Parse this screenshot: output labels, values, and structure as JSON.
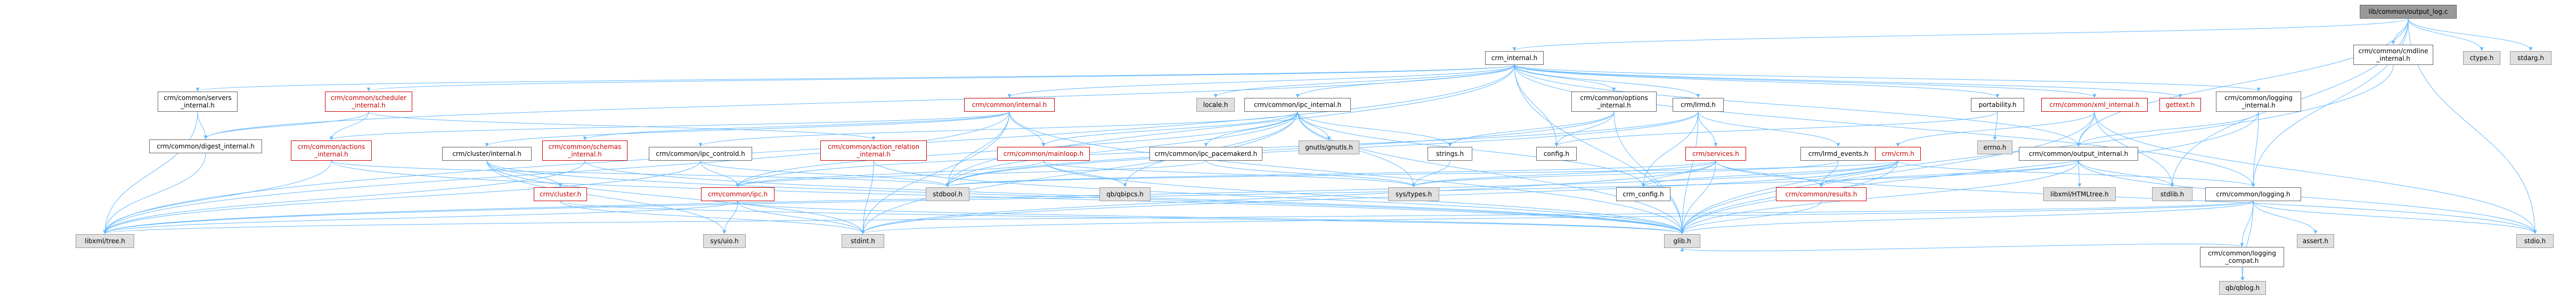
{
  "nodes": [
    {
      "id": "output_log_c",
      "label": "lib/common/output_log.c",
      "kind": "root"
    },
    {
      "id": "crm_internal",
      "label": "crm_internal.h",
      "kind": "doc"
    },
    {
      "id": "cmdline_internal",
      "label": "crm/common/cmdline\n_internal.h",
      "kind": "doc"
    },
    {
      "id": "ctype",
      "label": "ctype.h",
      "kind": "ext"
    },
    {
      "id": "stdarg",
      "label": "stdarg.h",
      "kind": "ext"
    },
    {
      "id": "servers_internal",
      "label": "crm/common/servers\n_internal.h",
      "kind": "doc"
    },
    {
      "id": "scheduler_internal",
      "label": "crm/common/scheduler\n_internal.h",
      "kind": "red"
    },
    {
      "id": "common_internal",
      "label": "crm/common/internal.h",
      "kind": "red"
    },
    {
      "id": "locale",
      "label": "locale.h",
      "kind": "ext"
    },
    {
      "id": "ipc_internal",
      "label": "crm/common/ipc_internal.h",
      "kind": "doc"
    },
    {
      "id": "options_internal",
      "label": "crm/common/options\n_internal.h",
      "kind": "doc"
    },
    {
      "id": "crm_lrmd",
      "label": "crm/lrmd.h",
      "kind": "doc"
    },
    {
      "id": "portability",
      "label": "portability.h",
      "kind": "doc"
    },
    {
      "id": "xml_internal",
      "label": "crm/common/xml_internal.h",
      "kind": "red"
    },
    {
      "id": "gettext",
      "label": "gettext.h",
      "kind": "red"
    },
    {
      "id": "logging_internal",
      "label": "crm/common/logging\n_internal.h",
      "kind": "doc"
    },
    {
      "id": "digest_internal",
      "label": "crm/common/digest_internal.h",
      "kind": "doc"
    },
    {
      "id": "actions_internal",
      "label": "crm/common/actions\n_internal.h",
      "kind": "red"
    },
    {
      "id": "cluster_internal",
      "label": "crm/cluster/internal.h",
      "kind": "doc"
    },
    {
      "id": "schemas_internal",
      "label": "crm/common/schemas\n_internal.h",
      "kind": "red"
    },
    {
      "id": "ipc_controld",
      "label": "crm/common/ipc_controld.h",
      "kind": "doc"
    },
    {
      "id": "action_relation_internal",
      "label": "crm/common/action_relation\n_internal.h",
      "kind": "red"
    },
    {
      "id": "mainloop",
      "label": "crm/common/mainloop.h",
      "kind": "red"
    },
    {
      "id": "ipc_pacemakerd",
      "label": "crm/common/ipc_pacemakerd.h",
      "kind": "doc"
    },
    {
      "id": "gnutls",
      "label": "gnutls/gnutls.h",
      "kind": "ext"
    },
    {
      "id": "strings",
      "label": "strings.h",
      "kind": "doc"
    },
    {
      "id": "config",
      "label": "config.h",
      "kind": "doc"
    },
    {
      "id": "services",
      "label": "crm/services.h",
      "kind": "red"
    },
    {
      "id": "lrmd_events",
      "label": "crm/lrmd_events.h",
      "kind": "doc"
    },
    {
      "id": "errno",
      "label": "errno.h",
      "kind": "ext"
    },
    {
      "id": "crm_crm",
      "label": "crm/crm.h",
      "kind": "red"
    },
    {
      "id": "output_internal",
      "label": "crm/common/output_internal.h",
      "kind": "doc"
    },
    {
      "id": "crm_cluster",
      "label": "crm/cluster.h",
      "kind": "red"
    },
    {
      "id": "ipc",
      "label": "crm/common/ipc.h",
      "kind": "red"
    },
    {
      "id": "stdbool",
      "label": "stdbool.h",
      "kind": "ext"
    },
    {
      "id": "qbipcs",
      "label": "qb/qbipcs.h",
      "kind": "ext"
    },
    {
      "id": "sys_types",
      "label": "sys/types.h",
      "kind": "ext"
    },
    {
      "id": "crm_config",
      "label": "crm_config.h",
      "kind": "doc"
    },
    {
      "id": "results",
      "label": "crm/common/results.h",
      "kind": "red"
    },
    {
      "id": "libxml_tree_a",
      "label": "libxml/HTMLtree.h",
      "kind": "ext"
    },
    {
      "id": "stdlib",
      "label": "stdlib.h",
      "kind": "ext"
    },
    {
      "id": "logging",
      "label": "crm/common/logging.h",
      "kind": "doc"
    },
    {
      "id": "libxml_tree",
      "label": "libxml/tree.h",
      "kind": "ext"
    },
    {
      "id": "sys_uio",
      "label": "sys/uio.h",
      "kind": "ext"
    },
    {
      "id": "stdint",
      "label": "stdint.h",
      "kind": "ext"
    },
    {
      "id": "glib",
      "label": "glib.h",
      "kind": "ext"
    },
    {
      "id": "stdio",
      "label": "stdio.h",
      "kind": "ext"
    },
    {
      "id": "assert",
      "label": "assert.h",
      "kind": "ext"
    },
    {
      "id": "logging_compat",
      "label": "crm/common/logging\n_compat.h",
      "kind": "doc"
    },
    {
      "id": "qblog",
      "label": "qb/qblog.h",
      "kind": "ext"
    }
  ],
  "edges": [
    [
      "output_log_c",
      "crm_internal"
    ],
    [
      "output_log_c",
      "cmdline_internal"
    ],
    [
      "output_log_c",
      "ctype"
    ],
    [
      "output_log_c",
      "stdarg"
    ],
    [
      "output_log_c",
      "stdio"
    ],
    [
      "output_log_c",
      "stdlib"
    ],
    [
      "output_log_c",
      "logging"
    ],
    [
      "output_log_c",
      "output_internal"
    ],
    [
      "cmdline_internal",
      "glib"
    ],
    [
      "crm_internal",
      "servers_internal"
    ],
    [
      "crm_internal",
      "scheduler_internal"
    ],
    [
      "crm_internal",
      "common_internal"
    ],
    [
      "crm_internal",
      "locale"
    ],
    [
      "crm_internal",
      "ipc_internal"
    ],
    [
      "crm_internal",
      "options_internal"
    ],
    [
      "crm_internal",
      "crm_lrmd"
    ],
    [
      "crm_internal",
      "portability"
    ],
    [
      "crm_internal",
      "xml_internal"
    ],
    [
      "crm_internal",
      "gettext"
    ],
    [
      "crm_internal",
      "logging_internal"
    ],
    [
      "crm_internal",
      "config"
    ],
    [
      "crm_internal",
      "glib"
    ],
    [
      "crm_internal",
      "stdbool"
    ],
    [
      "crm_internal",
      "libxml_tree"
    ],
    [
      "crm_internal",
      "digest_internal"
    ],
    [
      "crm_internal",
      "output_internal"
    ],
    [
      "crm_internal",
      "logging"
    ],
    [
      "servers_internal",
      "libxml_tree"
    ],
    [
      "servers_internal",
      "digest_internal"
    ],
    [
      "scheduler_internal",
      "actions_internal"
    ],
    [
      "scheduler_internal",
      "digest_internal"
    ],
    [
      "scheduler_internal",
      "action_relation_internal"
    ],
    [
      "common_internal",
      "actions_internal"
    ],
    [
      "common_internal",
      "schemas_internal"
    ],
    [
      "common_internal",
      "mainloop"
    ],
    [
      "common_internal",
      "stdbool"
    ],
    [
      "common_internal",
      "glib"
    ],
    [
      "common_internal",
      "stdint"
    ],
    [
      "common_internal",
      "libxml_tree"
    ],
    [
      "common_internal",
      "cluster_internal"
    ],
    [
      "ipc_internal",
      "ipc_controld"
    ],
    [
      "ipc_internal",
      "ipc_pacemakerd"
    ],
    [
      "ipc_internal",
      "gnutls"
    ],
    [
      "ipc_internal",
      "qbipcs"
    ],
    [
      "ipc_internal",
      "sys_types"
    ],
    [
      "ipc_internal",
      "strings"
    ],
    [
      "ipc_internal",
      "mainloop"
    ],
    [
      "ipc_internal",
      "ipc"
    ],
    [
      "ipc_internal",
      "stdbool"
    ],
    [
      "ipc_internal",
      "stdint"
    ],
    [
      "ipc_internal",
      "glib"
    ],
    [
      "ipc_internal",
      "crm_config"
    ],
    [
      "options_internal",
      "strings"
    ],
    [
      "options_internal",
      "config"
    ],
    [
      "options_internal",
      "glib"
    ],
    [
      "options_internal",
      "stdbool"
    ],
    [
      "crm_lrmd",
      "services"
    ],
    [
      "crm_lrmd",
      "lrmd_events"
    ],
    [
      "crm_lrmd",
      "stdbool"
    ],
    [
      "crm_lrmd",
      "glib"
    ],
    [
      "crm_lrmd",
      "crm_config"
    ],
    [
      "crm_lrmd",
      "ipc"
    ],
    [
      "portability",
      "errno"
    ],
    [
      "portability",
      "config"
    ],
    [
      "xml_internal",
      "crm_crm"
    ],
    [
      "xml_internal",
      "output_internal"
    ],
    [
      "xml_internal",
      "stdlib"
    ],
    [
      "xml_internal",
      "stdio"
    ],
    [
      "xml_internal",
      "glib"
    ],
    [
      "logging_internal",
      "logging"
    ],
    [
      "logging_internal",
      "glib"
    ],
    [
      "logging_internal",
      "output_internal"
    ],
    [
      "digest_internal",
      "libxml_tree"
    ],
    [
      "actions_internal",
      "stdbool"
    ],
    [
      "actions_internal",
      "glib"
    ],
    [
      "actions_internal",
      "libxml_tree"
    ],
    [
      "cluster_internal",
      "crm_cluster"
    ],
    [
      "cluster_internal",
      "stdint"
    ],
    [
      "cluster_internal",
      "sys_uio"
    ],
    [
      "cluster_internal",
      "glib"
    ],
    [
      "schemas_internal",
      "libxml_tree"
    ],
    [
      "schemas_internal",
      "glib"
    ],
    [
      "ipc_controld",
      "ipc"
    ],
    [
      "ipc_controld",
      "stdbool"
    ],
    [
      "ipc_controld",
      "libxml_tree"
    ],
    [
      "action_relation_internal",
      "stdint"
    ],
    [
      "action_relation_internal",
      "glib"
    ],
    [
      "mainloop",
      "ipc"
    ],
    [
      "mainloop",
      "glib"
    ],
    [
      "mainloop",
      "qbipcs"
    ],
    [
      "mainloop",
      "sys_types"
    ],
    [
      "ipc_pacemakerd",
      "sys_types"
    ],
    [
      "ipc_pacemakerd",
      "ipc"
    ],
    [
      "strings",
      "sys_types"
    ],
    [
      "services",
      "glib"
    ],
    [
      "services",
      "stdio"
    ],
    [
      "services",
      "stdint"
    ],
    [
      "services",
      "stdbool"
    ],
    [
      "services",
      "sys_types"
    ],
    [
      "services",
      "crm_config"
    ],
    [
      "services",
      "results"
    ],
    [
      "lrmd_events",
      "sys_types"
    ],
    [
      "lrmd_events",
      "results"
    ],
    [
      "crm_crm",
      "stdbool"
    ],
    [
      "crm_crm",
      "glib"
    ],
    [
      "crm_crm",
      "results"
    ],
    [
      "crm_crm",
      "logging"
    ],
    [
      "crm_crm",
      "libxml_tree"
    ],
    [
      "crm_crm",
      "crm_config"
    ],
    [
      "crm_crm",
      "stdint"
    ],
    [
      "output_internal",
      "stdlib"
    ],
    [
      "output_internal",
      "stdio"
    ],
    [
      "output_internal",
      "libxml_tree"
    ],
    [
      "output_internal",
      "libxml_tree_a"
    ],
    [
      "output_internal",
      "glib"
    ],
    [
      "output_internal",
      "results"
    ],
    [
      "crm_cluster",
      "stdint"
    ],
    [
      "crm_cluster",
      "glib"
    ],
    [
      "ipc",
      "sys_uio"
    ],
    [
      "ipc",
      "libxml_tree"
    ],
    [
      "ipc",
      "stdint"
    ],
    [
      "ipc",
      "glib"
    ],
    [
      "results",
      "glib"
    ],
    [
      "logging",
      "stdio"
    ],
    [
      "logging",
      "stdint"
    ],
    [
      "logging",
      "glib"
    ],
    [
      "logging",
      "assert"
    ],
    [
      "logging",
      "qblog"
    ],
    [
      "logging",
      "logging_compat"
    ],
    [
      "logging",
      "libxml_tree"
    ],
    [
      "logging_compat",
      "glib"
    ],
    [
      "logging_compat",
      "qblog"
    ]
  ]
}
